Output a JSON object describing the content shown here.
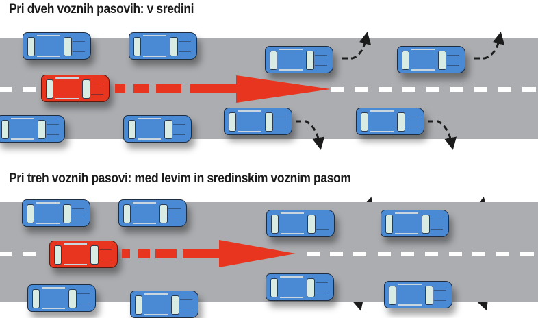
{
  "diagram_1": {
    "title": "Pri dveh voznih pasovih: v sredini",
    "lanes": 2,
    "road_color": "#abadb0",
    "car_color": "#4a8ad4",
    "emergency_vehicle_color": "#e8351f",
    "corridor_position": "center",
    "cars_upper_lane": 4,
    "cars_lower_lane": 4,
    "upper_cars_move": "left/up",
    "lower_cars_move": "right/down"
  },
  "diagram_2": {
    "title": "Pri treh voznih pasovi: med levim in sredinskim voznim pasom",
    "lanes": 3,
    "road_color": "#abadb0",
    "car_color": "#4a8ad4",
    "emergency_vehicle_color": "#e8351f",
    "corridor_position": "between left and middle lane",
    "cars_upper_lane": 4,
    "cars_lower_lane": 4
  }
}
